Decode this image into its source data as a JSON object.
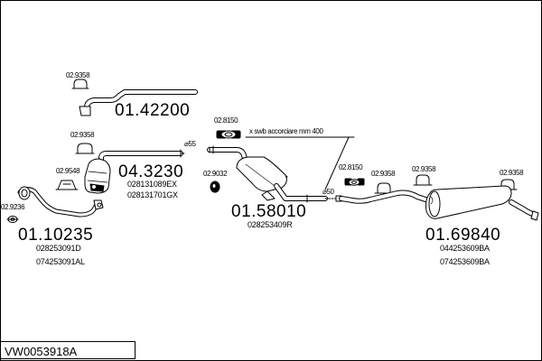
{
  "parts": {
    "pipe_front": {
      "number": "01.10235",
      "codes": [
        "028253091D",
        "074253091AL"
      ]
    },
    "pipe_middle": {
      "number": "01.42200"
    },
    "catalyst": {
      "number": "04.3230",
      "codes": [
        "028131089EX",
        "028131701GX"
      ]
    },
    "middle_silencer": {
      "number": "01.58010",
      "codes": [
        "028253409R"
      ]
    },
    "rear_silencer": {
      "number": "01.69840",
      "codes": [
        "044253609BA",
        "074253609BA"
      ]
    }
  },
  "fittings": {
    "gasket_front": "02.9236",
    "clamp_top": "02.9358",
    "clamp_cat": "02.9358",
    "clamp_cat_left": "02.9548",
    "nut": "02.9032",
    "ring_upper": "02.8150",
    "ring_lower": "02.8150",
    "clamp_mid": "02.9358",
    "clamp_rear1": "02.9358",
    "clamp_rear2": "02.9358"
  },
  "annotations": {
    "note": "x swb accorciare mm 400",
    "dia_55": "⌀55",
    "dia_50": "⌀50"
  },
  "reference": "VW0053918A"
}
